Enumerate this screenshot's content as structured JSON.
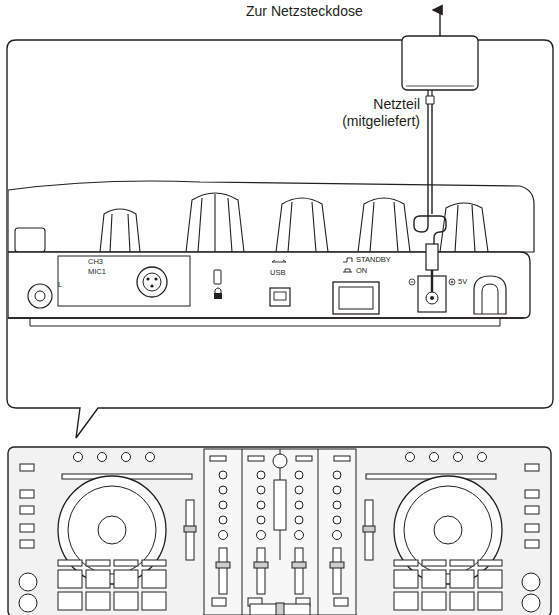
{
  "diagram": {
    "labels": [
      "Zur Netzsteckdose",
      "Netzteil (mitgeliefert)",
      "CH3",
      "MIC1",
      "L",
      "USB",
      "STANDBY",
      "ON",
      "5V"
    ]
  }
}
